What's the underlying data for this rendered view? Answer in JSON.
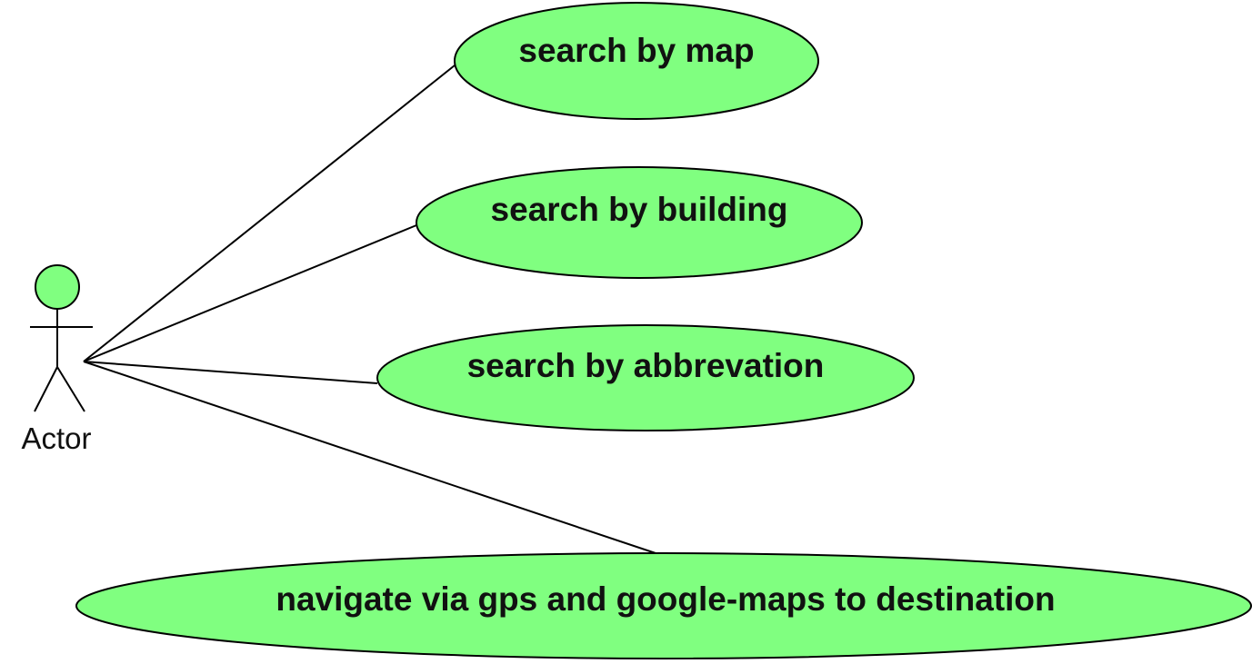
{
  "actor": {
    "label": "Actor",
    "fill_color": "#80ff80"
  },
  "use_cases": [
    {
      "label": "search by map"
    },
    {
      "label": "search by building"
    },
    {
      "label": "search by abbrevation"
    },
    {
      "label": "navigate via gps and google-maps to destination"
    }
  ],
  "colors": {
    "use_case_fill": "#80ff80",
    "stroke": "#000000"
  }
}
